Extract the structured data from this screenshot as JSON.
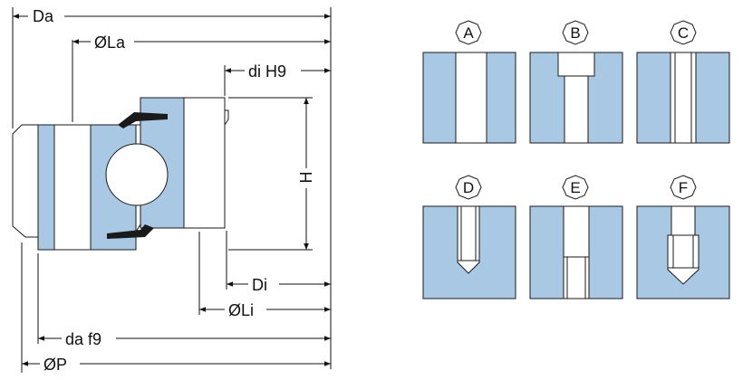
{
  "section": {
    "labels": {
      "da": "Da",
      "la": "ØLa",
      "di_h9": "di H9",
      "h": "H",
      "di": "Di",
      "li": "ØLi",
      "da_f9": "da f9",
      "p": "ØP"
    }
  },
  "variants": [
    {
      "id": "A"
    },
    {
      "id": "B"
    },
    {
      "id": "C"
    },
    {
      "id": "D"
    },
    {
      "id": "E"
    },
    {
      "id": "F"
    }
  ],
  "colors": {
    "fill": "#a9c8e3",
    "stroke": "#1a1a1a",
    "background": "#ffffff"
  }
}
